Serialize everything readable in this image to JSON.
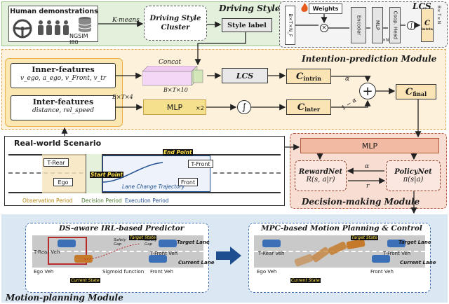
{
  "driving_style": {
    "title": "Driving Style",
    "human_demos": "Human demonstrations",
    "dataset": "NGSIM I80",
    "kmeans": "K-means",
    "cluster_line1": "Driving Style",
    "cluster_line2": "Cluster",
    "style_label": "Style label"
  },
  "lcs_inset": {
    "title": "LCS",
    "input_dims": "B×T×N_F",
    "weights": "Weights",
    "encoder": "Encoder",
    "mlp": "MLP",
    "mlp_times": "×N",
    "coop_head": "Coop. Head",
    "output_symbol": "C",
    "output_sub": "intrin",
    "output_dims_top": "B×T×N",
    "output_dims_bot": "B×T×N"
  },
  "intention": {
    "title": "Intention-prediction Module",
    "inner_title": "Inner-features",
    "inner_vars": "v_ego, a_ego, v_Front, v_tr",
    "inter_title": "Inter-features",
    "inter_vars": "distance, rel_speed",
    "concat": "Concat",
    "concat_dims": "B×T×10",
    "inter_dims": "B×T×4",
    "lcs": "LCS",
    "mlp": "MLP",
    "mlp_times": "×2",
    "c_symbol": "C",
    "c_intrin": "intrin",
    "c_inter": "inter",
    "c_final": "final",
    "alpha": "α",
    "one_minus_alpha": "1 − α"
  },
  "scenario": {
    "title": "Real-world Scenario",
    "t_rear": "T-Rear",
    "ego": "Ego",
    "t_front": "T-Front",
    "front": "Front",
    "start_point": "Start Point",
    "end_point": "End Point",
    "trajectory": "Lane Change Trajectory",
    "obs_period": "Observation Period",
    "dec_period": "Decision Period",
    "exec_period": "Execution Period"
  },
  "decision": {
    "title": "Decision-making Module",
    "mlp": "MLP",
    "reward_title": "RewardNet",
    "reward_formula": "R(s, a|r)",
    "policy_title": "PolicyNet",
    "policy_formula": "π(s|a)",
    "alpha": "α",
    "r": "r"
  },
  "motion": {
    "title": "Motion-planning Module",
    "left_title": "DS-aware IRL-based Predictor",
    "right_title": "MPC-based Motion Planning & Control",
    "target_state": "Target State",
    "current_state": "Current State",
    "safety_gap": "Safety Gap",
    "target_lane": "Target Lane",
    "current_lane": "Current Lane",
    "t_rear_veh": "T-Rear Veh",
    "t_front_veh": "T-Front Veh",
    "ego_veh": "Ego Veh",
    "front_veh": "Front Veh",
    "sigmoid": "Sigmoid function"
  }
}
